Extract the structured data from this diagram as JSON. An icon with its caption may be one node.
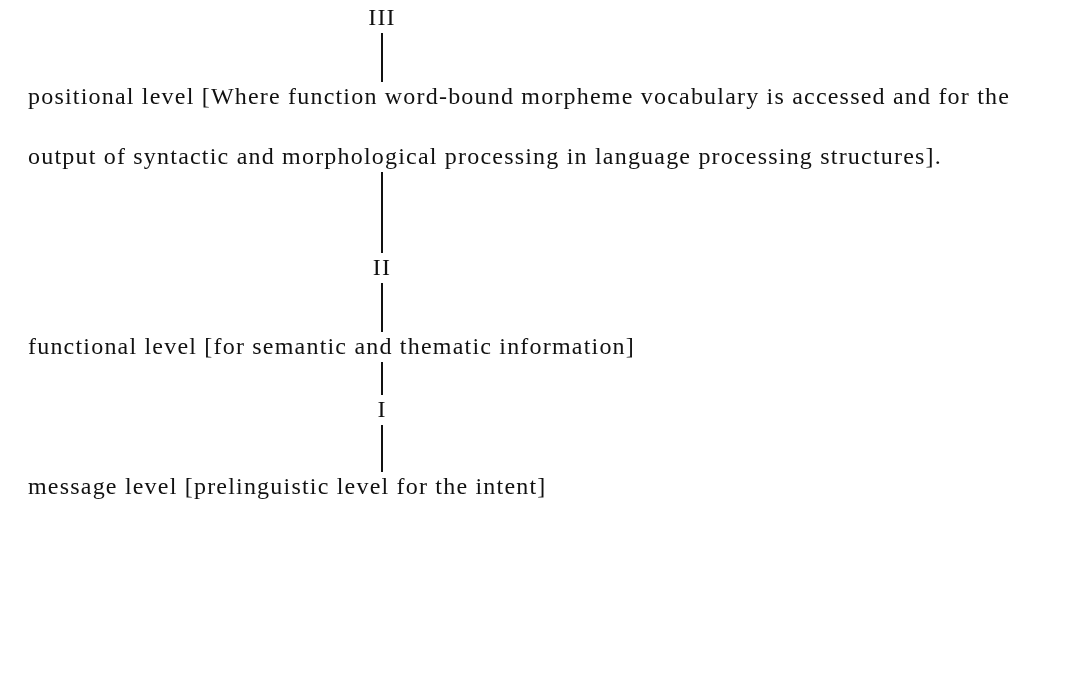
{
  "diagram": {
    "nodes": [
      {
        "text": [
          "III"
        ]
      },
      {
        "text": [
          "positional level [Where function word-bound morpheme vocabulary is accessed and for the output of syntactic and morphological processing in language processing structures]."
        ]
      },
      {
        "text": [
          "II"
        ]
      },
      {
        "text": [
          "functional level [for semantic and thematic information]"
        ]
      },
      {
        "text": [
          "I"
        ]
      },
      {
        "text": [
          "message level [prelinguistic level for the intent]"
        ]
      }
    ],
    "edges": [
      {
        "from": 0,
        "to": 1,
        "arrow": "none"
      },
      {
        "from": 1,
        "to": 2,
        "arrow": "none"
      },
      {
        "from": 2,
        "to": 3,
        "arrow": "none"
      },
      {
        "from": 3,
        "to": 4,
        "arrow": "none"
      },
      {
        "from": 4,
        "to": 5,
        "arrow": "none"
      }
    ]
  }
}
